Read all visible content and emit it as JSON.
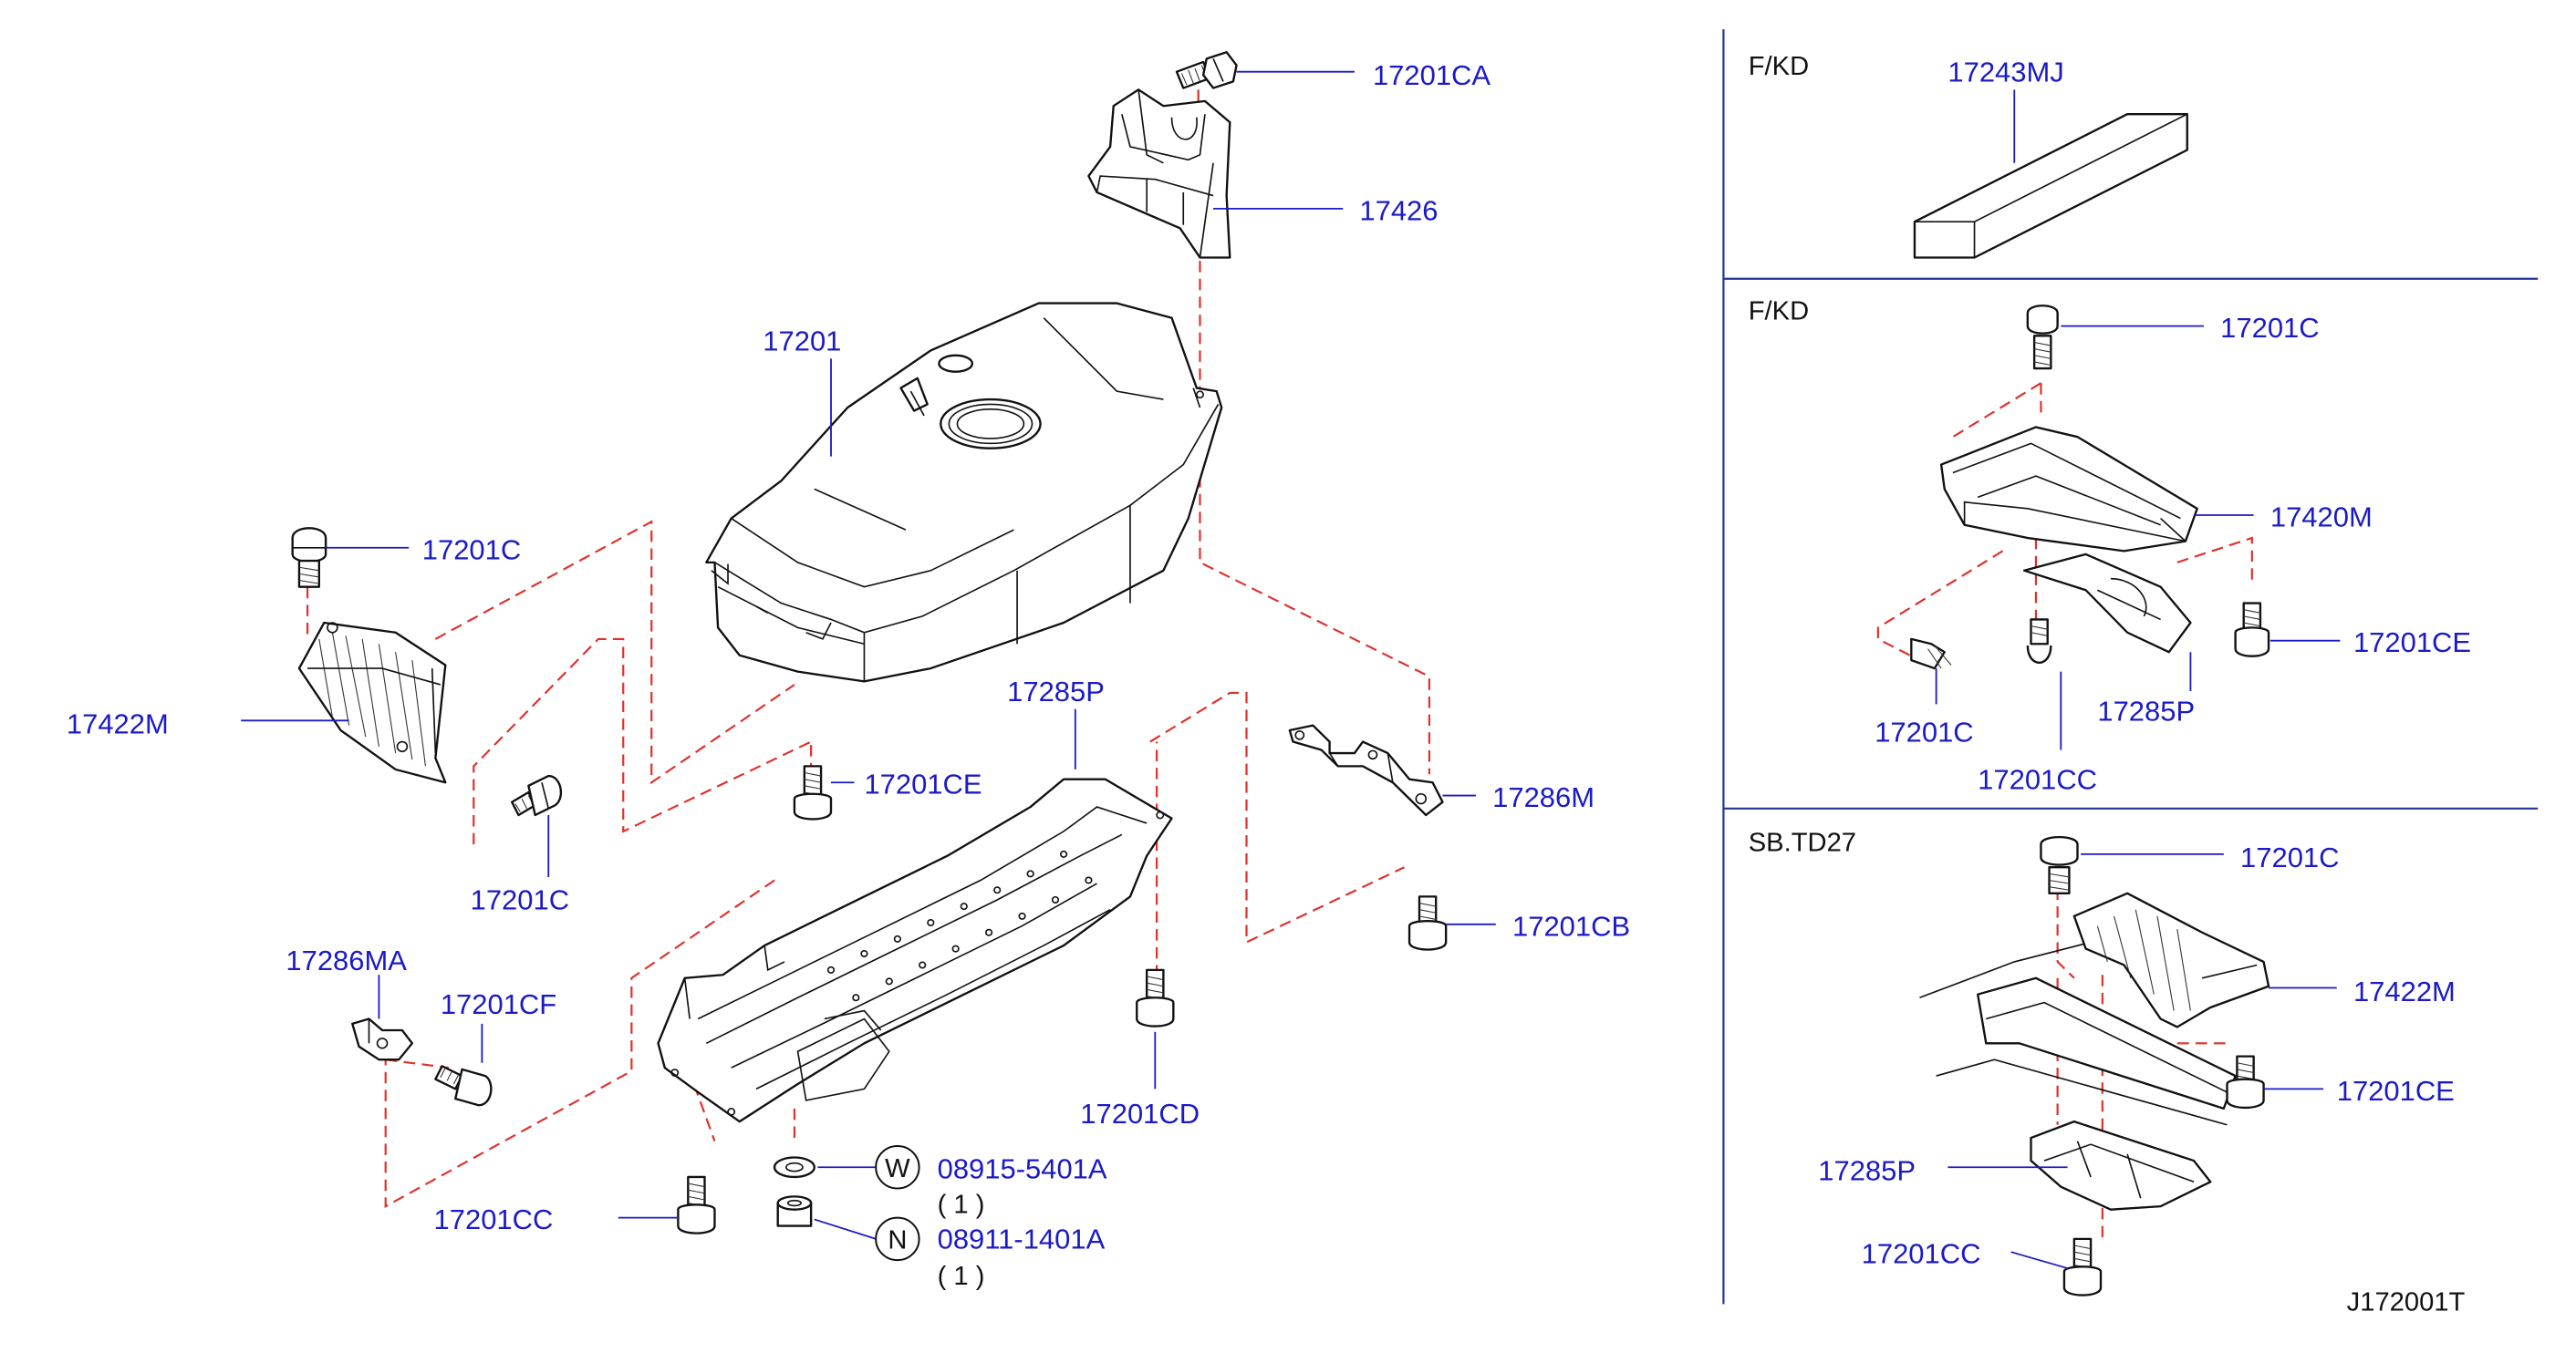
{
  "diagram": {
    "parts": {
      "p17201CA": "17201CA",
      "p17426": "17426",
      "p17201": "17201",
      "p17201C_top": "17201C",
      "p17422M_left": "17422M",
      "p17201CE_mid": "17201CE",
      "p17201C_mid": "17201C",
      "p17285P_main": "17285P",
      "p17286M": "17286M",
      "p17201CB": "17201CB",
      "p17286MA": "17286MA",
      "p17201CF": "17201CF",
      "p17201CD": "17201CD",
      "p17201CC_main": "17201CC",
      "p08915": "08915-5401A",
      "p08911": "08911-1401A"
    },
    "symbols": {
      "washer": "W",
      "nut": "N"
    },
    "quantities": {
      "washer_qty": "( 1 )",
      "nut_qty": "( 1 )"
    },
    "sections": [
      {
        "name": "F/KD",
        "parts": [
          "17243MJ"
        ]
      },
      {
        "name": "F/KD",
        "parts": [
          "17201C",
          "17420M",
          "17201CE",
          "17201C",
          "17201CC",
          "17285P"
        ]
      },
      {
        "name": "SB.TD27",
        "parts": [
          "17201C",
          "17422M",
          "17201CE",
          "17285P",
          "17201CC"
        ]
      }
    ],
    "reference": "J172001T"
  }
}
